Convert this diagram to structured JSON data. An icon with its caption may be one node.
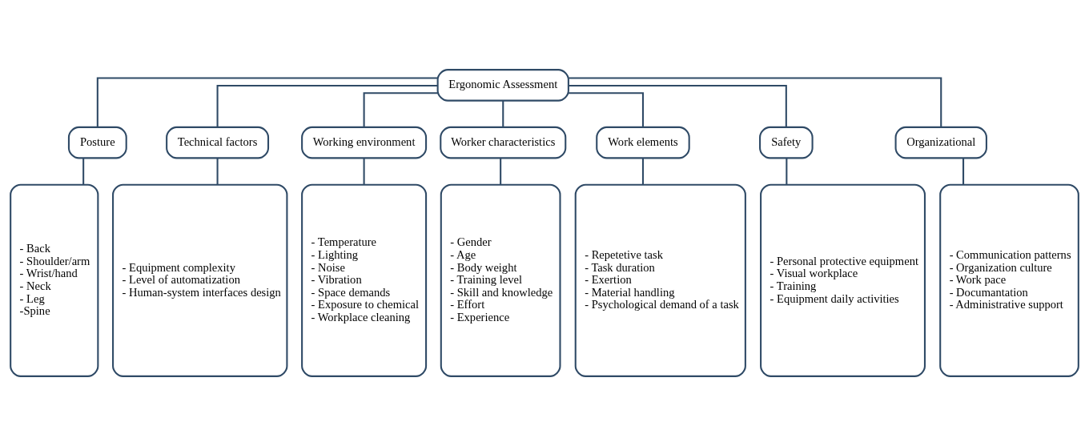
{
  "diagram": {
    "nodes": [
      {
        "text": [
          "Ergonomic Assessment"
        ]
      },
      {
        "text": [
          "Posture"
        ]
      },
      {
        "text": [
          "Technical factors"
        ]
      },
      {
        "text": [
          "Working environment"
        ]
      },
      {
        "text": [
          "Worker characteristics"
        ]
      },
      {
        "text": [
          "Work elements"
        ]
      },
      {
        "text": [
          "Safety"
        ]
      },
      {
        "text": [
          "Organizational"
        ]
      },
      {
        "text": [
          "- Back",
          "- Shoulder/arm",
          "- Wrist/hand",
          "- Neck",
          "- Leg",
          "-Spine"
        ]
      },
      {
        "text": [
          "- Equipment complexity",
          "- Level of automatization",
          "- Human-system interfaces design"
        ]
      },
      {
        "text": [
          "- Temperature",
          "- Lighting",
          "- Noise",
          "- Vibration",
          "- Space demands",
          "- Exposure to chemical",
          "- Workplace cleaning"
        ]
      },
      {
        "text": [
          "- Gender",
          "- Age",
          "- Body weight",
          "- Training level",
          "- Skill and knowledge",
          "- Effort",
          "- Experience"
        ]
      },
      {
        "text": [
          "- Repetetive task",
          "- Task duration",
          "- Exertion",
          "- Material handling",
          "- Psychological demand of a task"
        ]
      },
      {
        "text": [
          "- Personal protective equipment",
          "- Visual workplace",
          "- Training",
          "- Equipment daily activities"
        ]
      },
      {
        "text": [
          "- Communication patterns",
          "- Organization culture",
          "- Work pace",
          "- Documantation",
          "- Administrative support"
        ]
      }
    ],
    "edges": [
      {
        "from": 0,
        "to": 1,
        "arrow": "none"
      },
      {
        "from": 0,
        "to": 2,
        "arrow": "none"
      },
      {
        "from": 0,
        "to": 3,
        "arrow": "none"
      },
      {
        "from": 0,
        "to": 4,
        "arrow": "none"
      },
      {
        "from": 0,
        "to": 5,
        "arrow": "none"
      },
      {
        "from": 0,
        "to": 6,
        "arrow": "none"
      },
      {
        "from": 0,
        "to": 7,
        "arrow": "none"
      },
      {
        "from": 1,
        "to": 8,
        "arrow": "none"
      },
      {
        "from": 2,
        "to": 9,
        "arrow": "none"
      },
      {
        "from": 3,
        "to": 10,
        "arrow": "none"
      },
      {
        "from": 4,
        "to": 11,
        "arrow": "none"
      },
      {
        "from": 5,
        "to": 12,
        "arrow": "none"
      },
      {
        "from": 6,
        "to": 13,
        "arrow": "none"
      },
      {
        "from": 7,
        "to": 14,
        "arrow": "none"
      }
    ]
  }
}
